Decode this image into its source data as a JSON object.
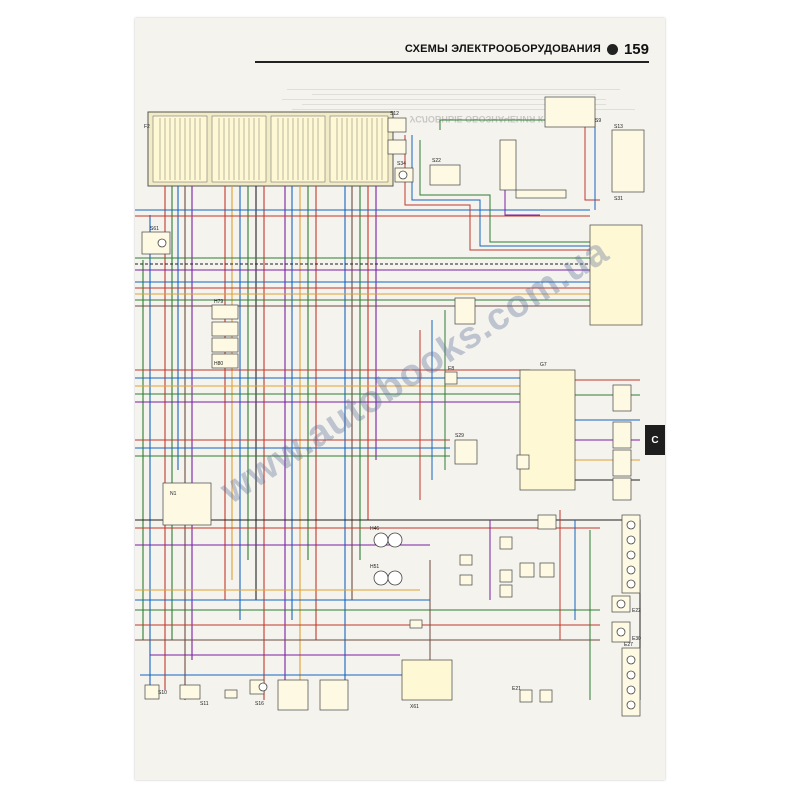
{
  "header": {
    "title": "СХЕМЫ ЭЛЕКТРООБОРУДОВАНИЯ",
    "page_number": "159",
    "mirrored_text": "УСЛОВНЫЕ ОБОЗНАЧЕНИЯ К СХЕМЕ 3"
  },
  "section_tab": "C",
  "watermark": "www.autobooks.com.ua",
  "labels": {
    "f2": "F2",
    "s9": "S9",
    "s12": "S12",
    "s34": "S34",
    "s22": "S22",
    "s13": "S13",
    "s31": "S31",
    "s61": "S61",
    "h79": "H79",
    "h80": "H80",
    "e8": "E8",
    "s29": "S29",
    "h46": "H46",
    "h51": "H51",
    "n1": "N1",
    "g7": "G7",
    "s10": "S10",
    "s11": "S11",
    "s16": "S16",
    "x61": "X61",
    "e21": "E21",
    "e22": "E22",
    "e30": "E30",
    "e27": "E27"
  }
}
